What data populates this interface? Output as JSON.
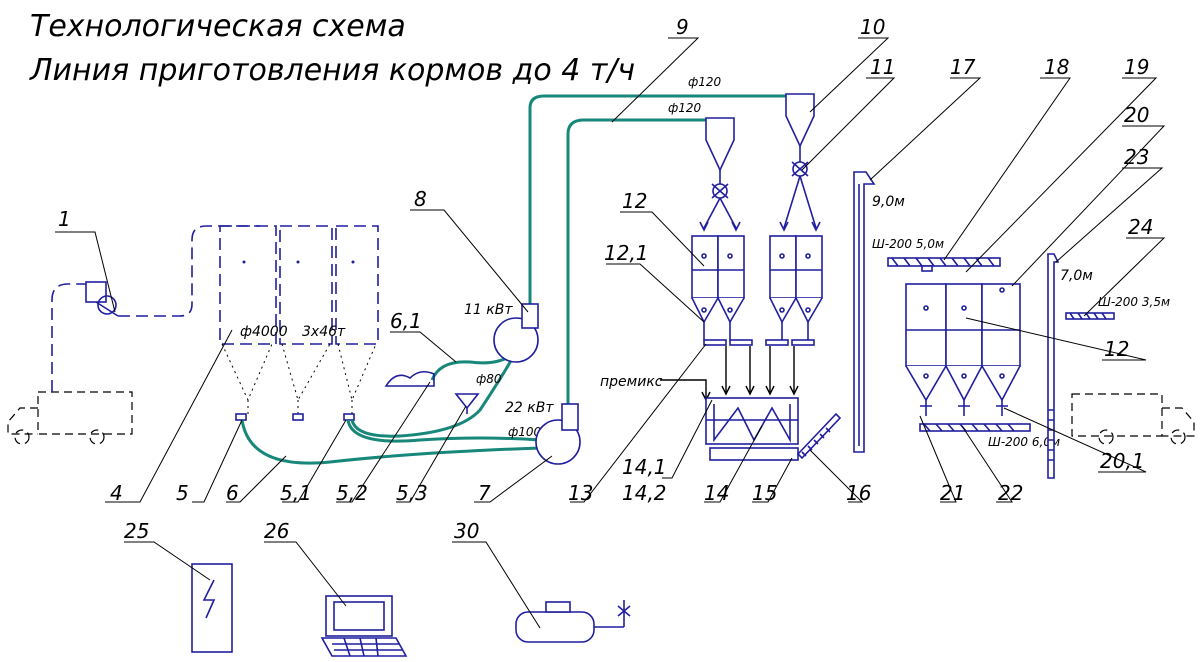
{
  "title": {
    "line1": "Технологическая схема",
    "line2": "Линия приготовления кормов до 4 т/ч"
  },
  "annotations": {
    "silo_diameter": "ф4000",
    "silo_capacity": "3х46т",
    "power_8": "11 кВт",
    "power_7": "22 кВт",
    "pipe_120a": "ф120",
    "pipe_120b": "ф120",
    "pipe_100": "ф100",
    "pipe_80": "ф80",
    "premix": "премикс",
    "height_17": "9,0м",
    "height_23": "7,0м",
    "conveyor_18": "Ш-200  5,0м",
    "conveyor_24": "Ш-200 3,5м",
    "conveyor_22": "Ш-200 6,0м"
  },
  "callouts": {
    "c1": "1",
    "c4": "4",
    "c5": "5",
    "c6": "6",
    "c5_1": "5,1",
    "c5_2": "5,2",
    "c5_3": "5,3",
    "c6_1": "6,1",
    "c7": "7",
    "c8": "8",
    "c9": "9",
    "c10": "10",
    "c11": "11",
    "c12a": "12",
    "c12_1": "12,1",
    "c13": "13",
    "c14_1": "14,1",
    "c14_2": "14,2",
    "c14": "14",
    "c15": "15",
    "c16": "16",
    "c17": "17",
    "c18": "18",
    "c19": "19",
    "c20": "20",
    "c23": "23",
    "c24": "24",
    "c12b": "12",
    "c20_1": "20,1",
    "c21": "21",
    "c22": "22",
    "c25": "25",
    "c26": "26",
    "c30": "30"
  },
  "colors": {
    "equipment": "#1f1fa0",
    "pneumatic_pipe": "#17877a",
    "leaders": "#000000"
  }
}
